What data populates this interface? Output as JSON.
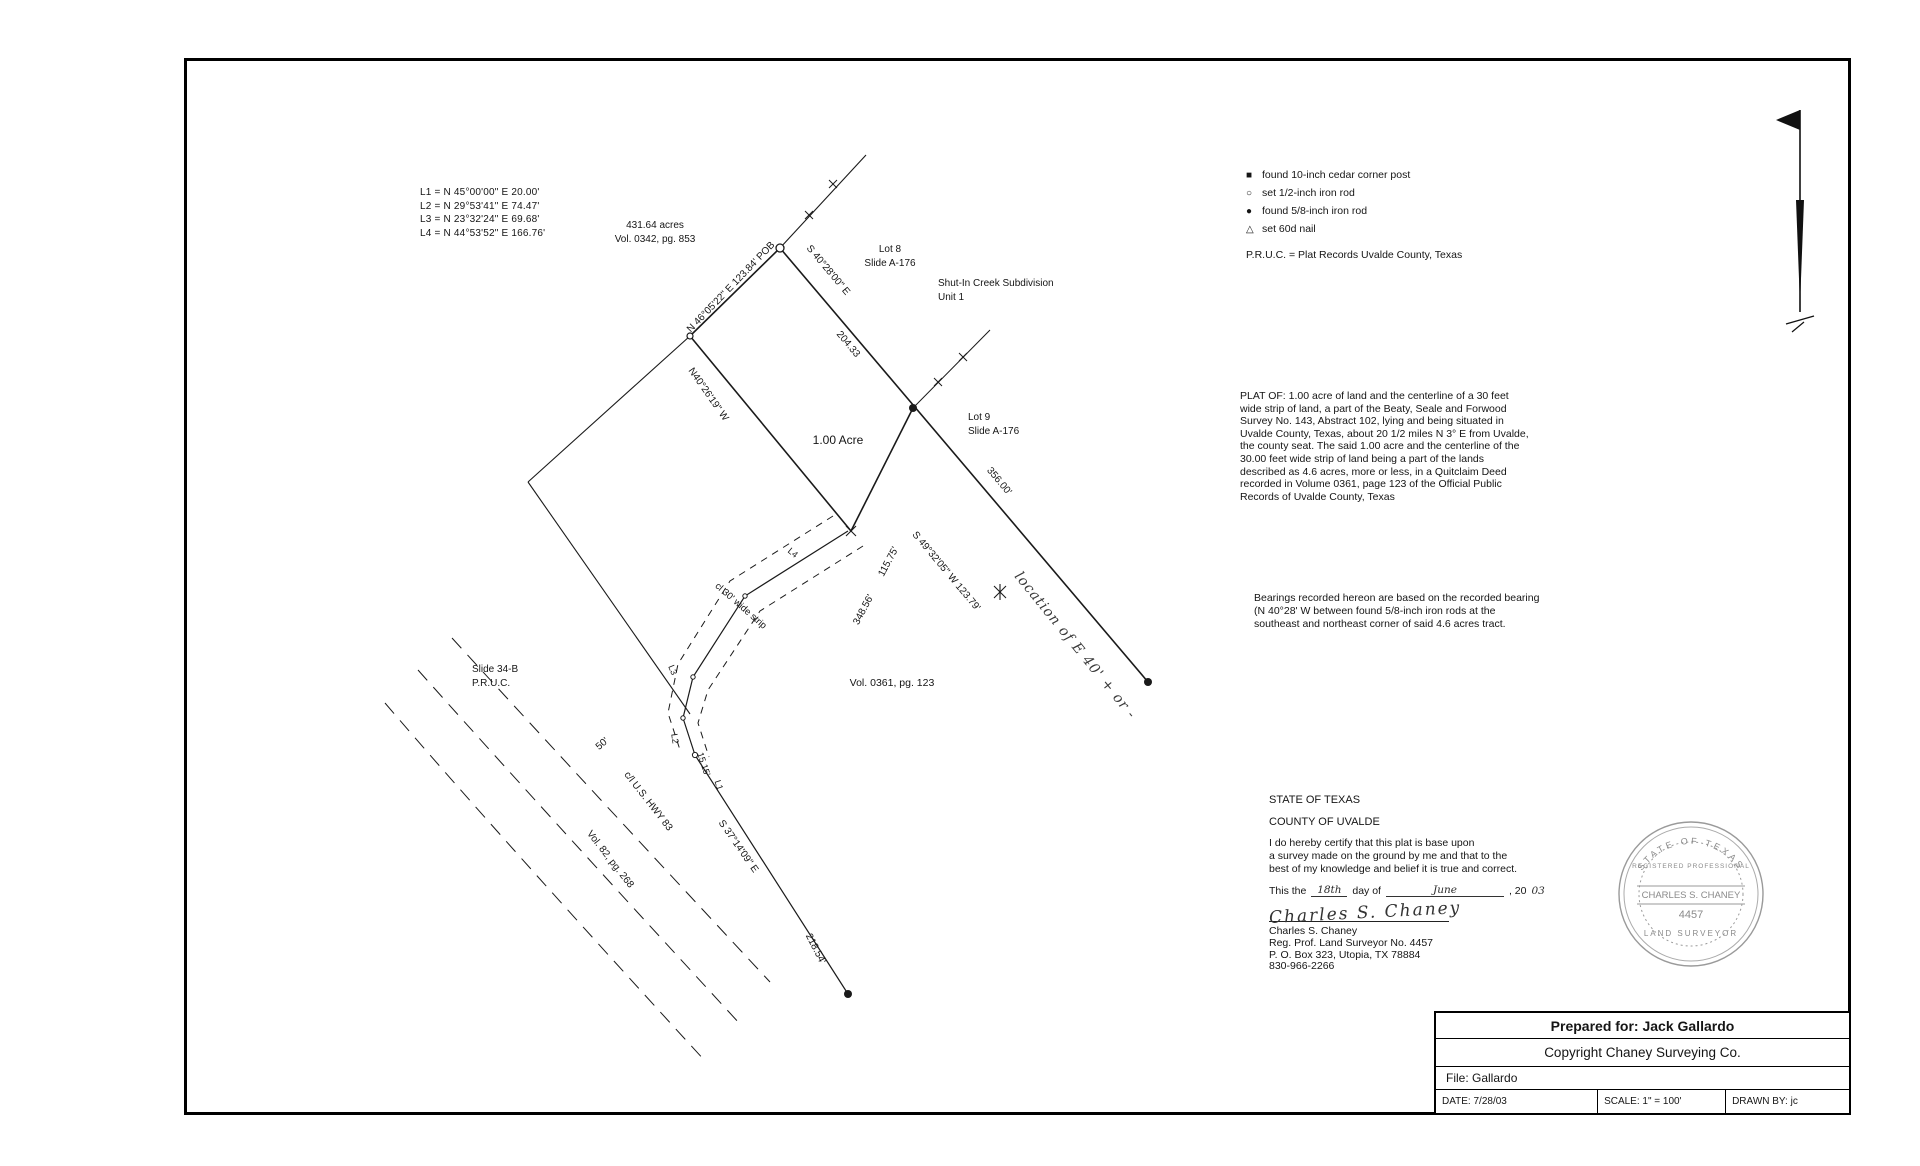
{
  "page": {
    "paper": "#ffffff",
    "ink": "#1a1a1a"
  },
  "line_table": {
    "rows": [
      "L1 = N 45°00'00\" E  20.00'",
      "L2 = N 29°53'41\" E  74.47'",
      "L3 = N 23°32'24\" E  69.68'",
      "L4 = N 44°53'52\" E  166.76'"
    ]
  },
  "legend": {
    "items": [
      {
        "symbol": "■",
        "label": "found 10-inch cedar corner post"
      },
      {
        "symbol": "○",
        "label": "set 1/2-inch iron rod"
      },
      {
        "symbol": "●",
        "label": "found 5/8-inch iron rod"
      },
      {
        "symbol": "△",
        "label": "set 60d nail"
      }
    ],
    "note": "P.R.U.C. = Plat Records Uvalde County, Texas"
  },
  "plat": {
    "pob_bearing": "N 46°05'22\" E 123.84'  POB",
    "s4028": "S 40°28'00\" E",
    "d20433": "204.33",
    "d35600": "356.00'",
    "n402619": "N40°26'19\" W",
    "acre": "1.00 Acre",
    "d11575": "115.75'",
    "d34856": "348.56'",
    "s4932": "S 49°32'05\" W 123.79'",
    "handwritten": "location of E 40' + or -",
    "lot8": "Lot 8",
    "lot8_slide": "Slide A-176",
    "subdivision": "Shut-In Creek Subdivision",
    "unit": "Unit 1",
    "lot9": "Lot 9",
    "lot9_slide": "Slide A-176",
    "acres431": "431.64 acres",
    "vol342": "Vol. 0342, pg. 853",
    "vol361": "Vol. 0361, pg. 123",
    "slide34b": "Slide 34-B",
    "pruc": "P.R.U.C.",
    "d50": "50'",
    "hwy": "c/l U.S. HWY 83",
    "vol82": "Vol. 82, pg. 268",
    "s3714": "S 37°14'09\" E",
    "d21854": "218.54'",
    "d1515": "15.15'",
    "l1": "L1",
    "l2": "L2",
    "l3": "L3",
    "l4": "L4",
    "strip": "cl 30' wide strip"
  },
  "notes": {
    "plat_of": "PLAT OF: 1.00 acre of land and the centerline of a 30 feet\nwide strip of land, a part of the Beaty, Seale and Forwood\nSurvey No. 143, Abstract 102, lying and being situated in\nUvalde County, Texas, about 20 1/2 miles N 3° E from Uvalde,\nthe county seat.  The said 1.00 acre and the centerline of the\n30.00 feet wide strip of land being a part of the lands\ndescribed as 4.6 acres, more or less, in a Quitclaim Deed\nrecorded in Volume 0361, page 123 of the Official Public\nRecords of Uvalde County, Texas",
    "bearings": "Bearings recorded hereon are based on the recorded bearing\n(N 40°28' W between found 5/8-inch iron rods at the\nsoutheast and northeast corner of said 4.6 acres tract."
  },
  "certification": {
    "state": "STATE OF TEXAS",
    "county": "COUNTY OF UVALDE",
    "body": "I do hereby certify that this plat is base upon\na survey made on the ground by me and that to the\nbest of my knowledge and belief it is true and correct.",
    "this_the": "This the",
    "day_hand": "18th",
    "day_of": "day of",
    "month_hand": "June",
    "year_prefix": ", 20",
    "year_hand": "03"
  },
  "surveyor": {
    "signature": "Charles S. Chaney",
    "name": "Charles S. Chaney",
    "reg": "Reg. Prof. Land Surveyor No. 4457",
    "address": "P. O. Box 323, Utopia, TX 78884",
    "phone": "830-966-2266"
  },
  "seal": {
    "arc_top": "STATE OF TEXAS",
    "line1": "REGISTERED PROFESSIONAL",
    "name": "CHARLES S. CHANEY",
    "number": "4457",
    "line2": "LAND SURVEYOR"
  },
  "title_block": {
    "prepared_for": "Prepared for: Jack Gallardo",
    "copyright": "Copyright Chaney Surveying Co.",
    "file": "File:  Gallardo",
    "date": "DATE: 7/28/03",
    "scale": "SCALE: 1\" = 100'",
    "drawn_by": "DRAWN BY: jc"
  }
}
